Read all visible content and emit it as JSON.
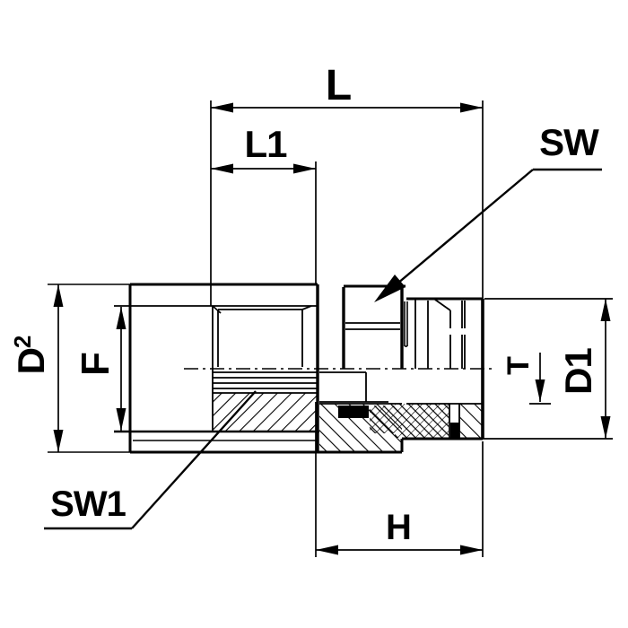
{
  "drawing": {
    "type": "technical-cross-section",
    "subject": "threaded hydraulic adapter fitting, half-section view",
    "background_color": "#ffffff",
    "line_color": "#000000",
    "labels": {
      "L": "L",
      "L1": "L1",
      "SW": "SW",
      "SW1": "SW1",
      "D2_base": "D",
      "D2_sup": "2",
      "F": "F",
      "T": "T",
      "D1": "D1",
      "H": "H"
    }
  }
}
